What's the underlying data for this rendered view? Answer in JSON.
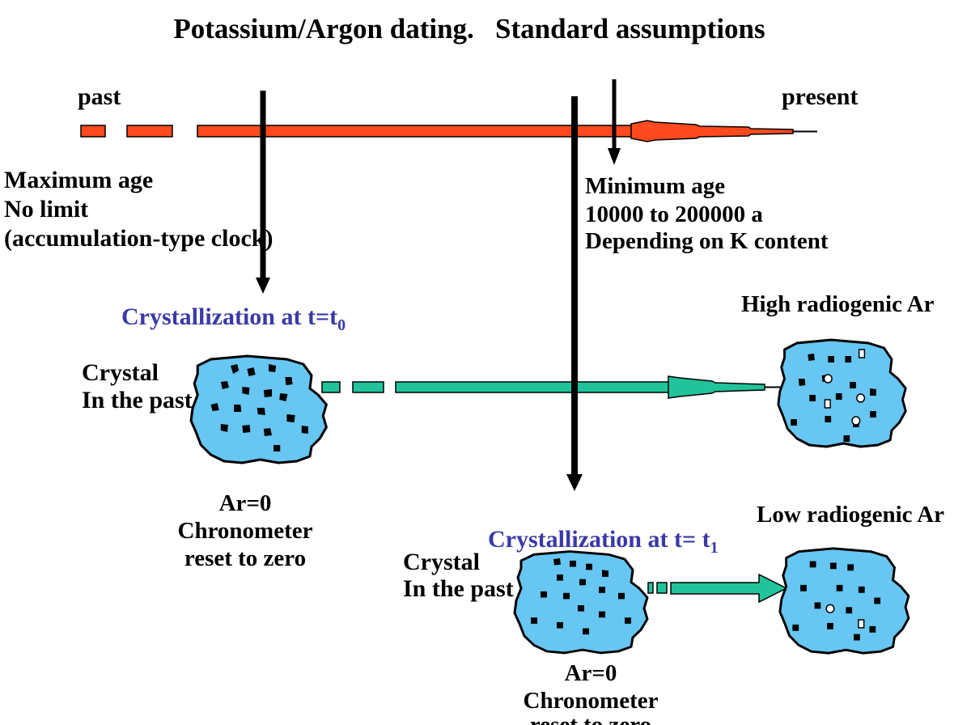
{
  "title": "Potassium/Argon dating.   Standard assumptions",
  "timeline": {
    "past_label": "past",
    "present_label": "present"
  },
  "max_age": {
    "line1": "Maximum age",
    "line2": "No limit",
    "line3": "(accumulation-type clock)"
  },
  "min_age": {
    "line1": "Minimum age",
    "line2": "10000 to 200000 a",
    "line3": "Depending on K content"
  },
  "scenario_t0": {
    "caption_prefix": "Crystallization at t=",
    "caption_t": "t",
    "caption_sub": "0",
    "crystal_line1": "Crystal",
    "crystal_line2": "In the past",
    "result_label": "High radiogenic Ar",
    "ar_label": "Ar=0",
    "reset_line1": "Chronometer",
    "reset_line2": "reset to zero"
  },
  "scenario_t1": {
    "caption_prefix": "Crystallization at t= ",
    "caption_t": "t",
    "caption_sub": "1",
    "crystal_line1": "Crystal",
    "crystal_line2": "In the past",
    "result_label": "Low radiogenic Ar",
    "ar_label": "Ar=0",
    "reset_line1": "Chronometer",
    "reset_line2": "reset to zero"
  },
  "colors": {
    "timeline": "#ff4a1f",
    "decay_arrow": "#21c49a",
    "crystal_fill": "#67c6f2",
    "caption_blue": "#3b39a6"
  }
}
